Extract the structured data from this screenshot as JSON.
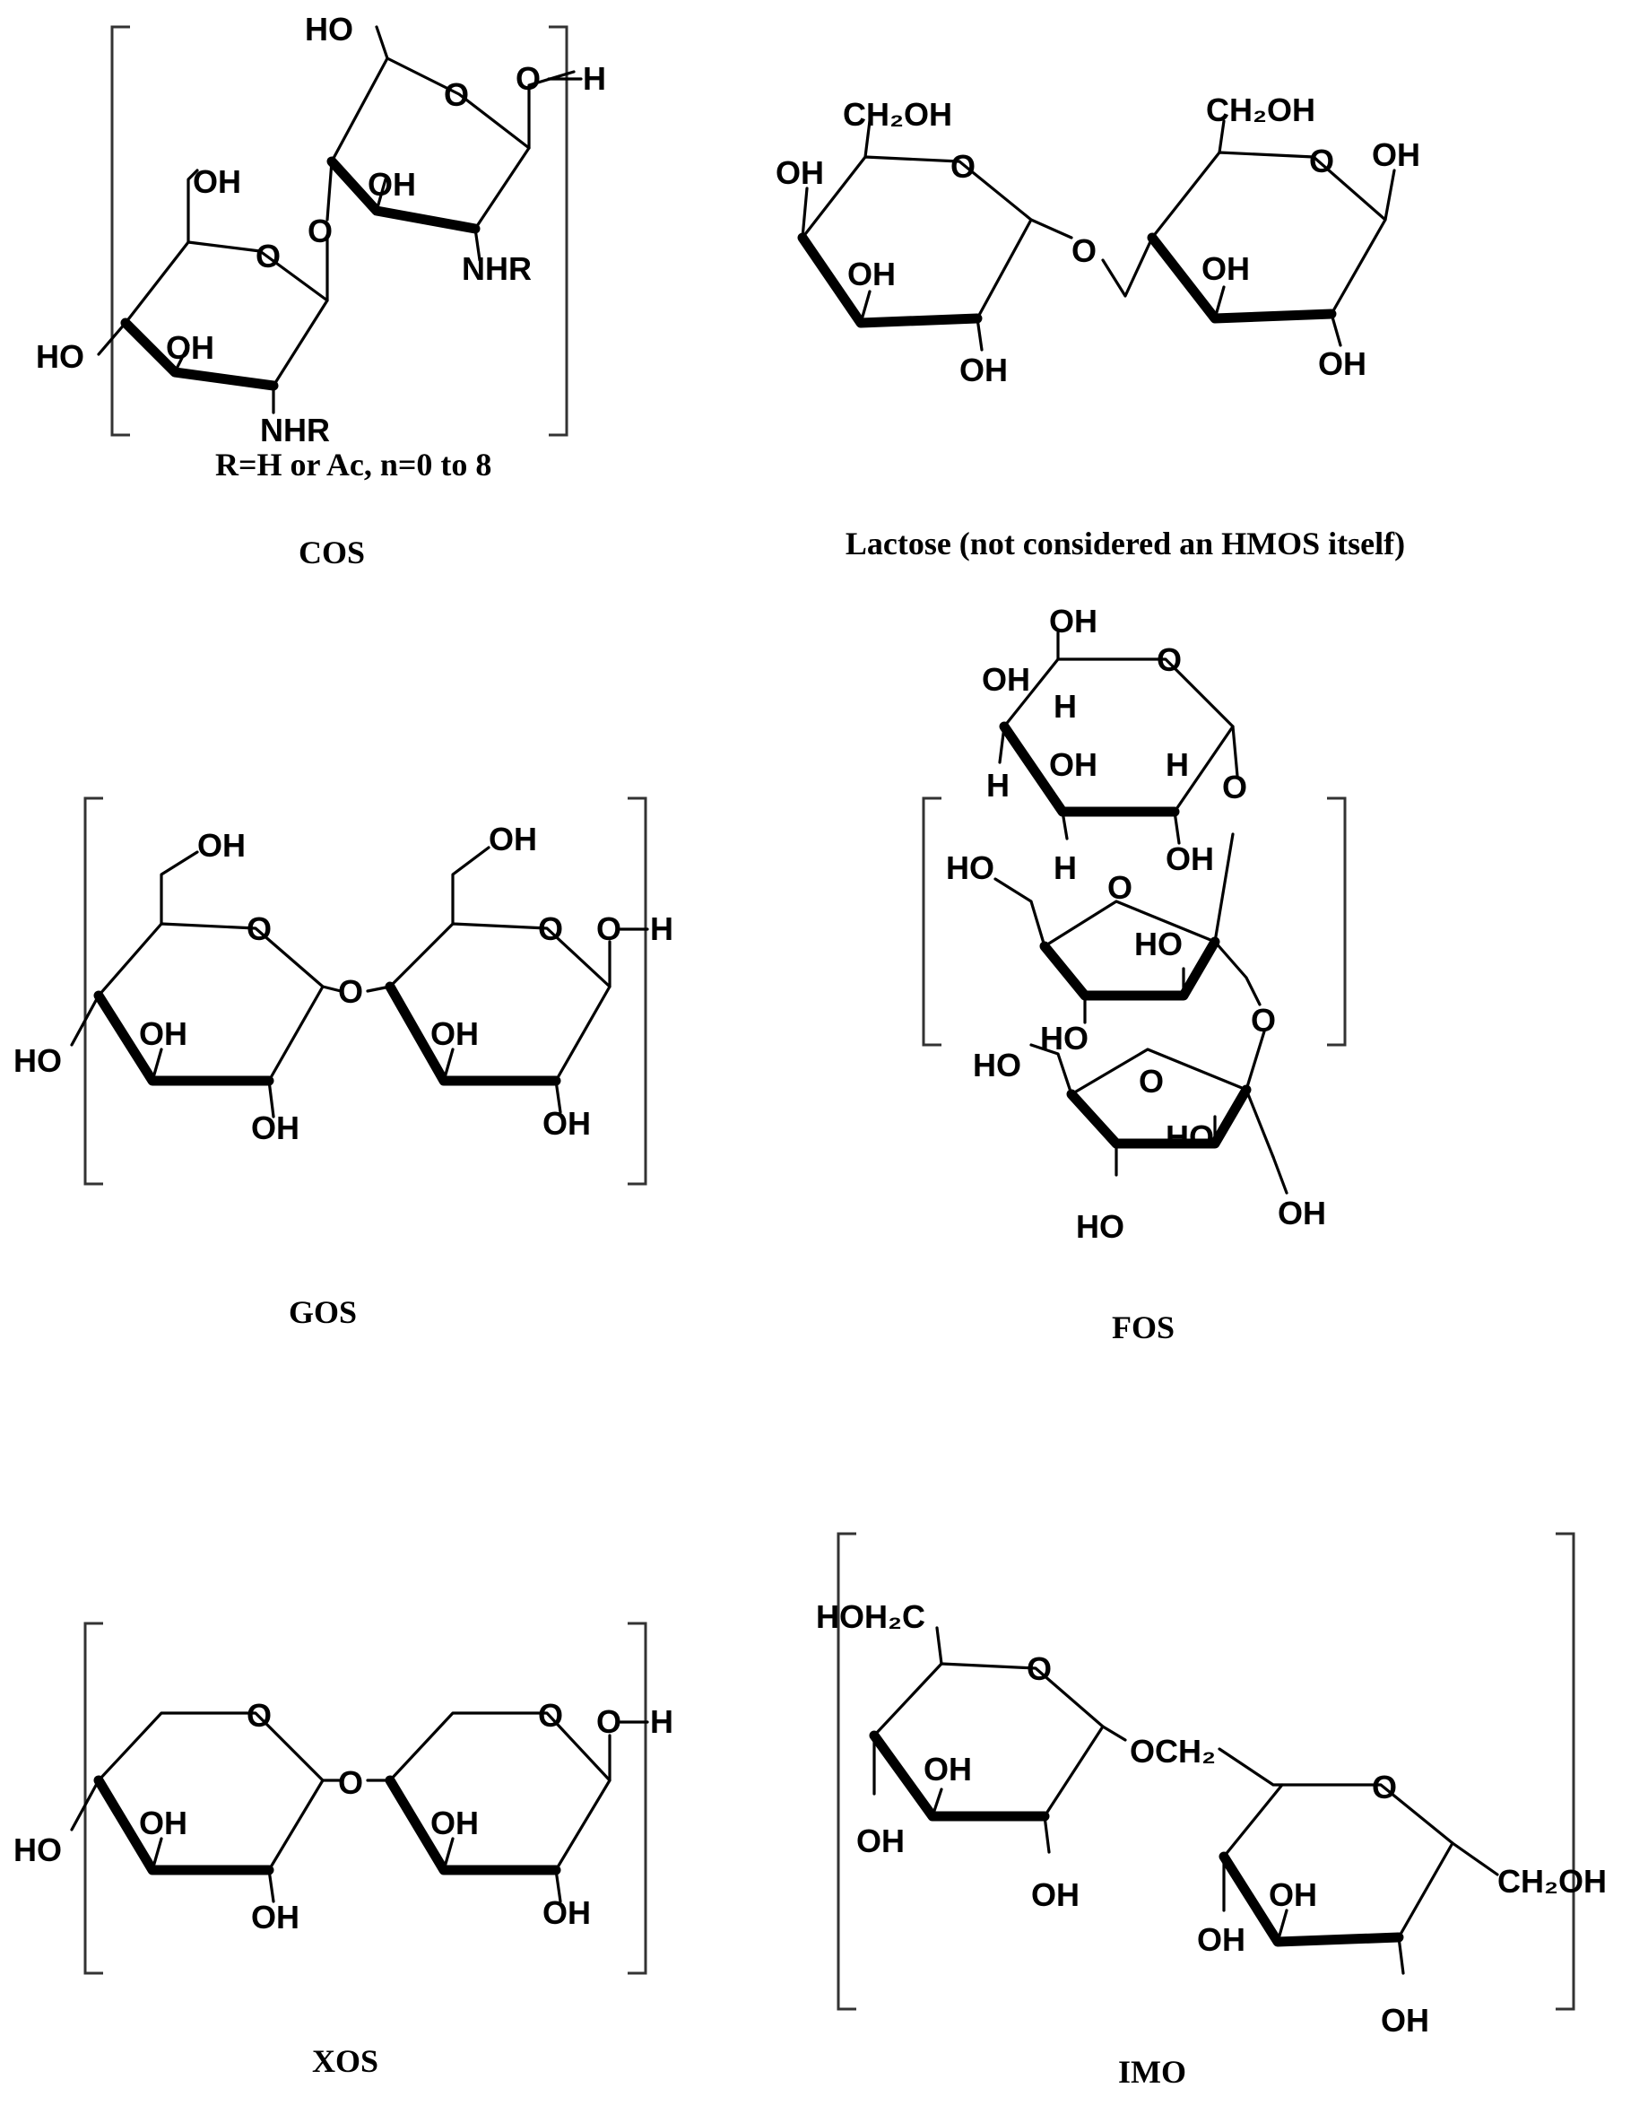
{
  "cos": {
    "caption": "COS",
    "note": "R=H or Ac, n=0 to 8",
    "labels": {
      "ho_ch2_top": "HO",
      "o_ring_top": "O",
      "oh_end": "O",
      "h_end": "H",
      "oh_ch2_left": "OH",
      "o_link": "O",
      "oh_ring2": "OH",
      "nhr_ring2": "NHR",
      "o_ring_left": "O",
      "ho_left": "HO",
      "oh_ring1": "OH",
      "nhr_ring1": "NHR"
    }
  },
  "lactose": {
    "caption": "Lactose (not considered an HMOS itself)",
    "labels": {
      "ch2oh_1": "CH₂OH",
      "ch2oh_2": "CH₂OH",
      "oh_left": "OH",
      "o_ring1": "O",
      "o_ring2": "O",
      "oh_right": "OH",
      "o_link": "O",
      "oh_r1a": "OH",
      "oh_r1b": "OH",
      "oh_r2a": "OH",
      "oh_r2b": "OH"
    }
  },
  "gos": {
    "caption": "GOS",
    "labels": {
      "oh_ch2_1": "OH",
      "oh_ch2_2": "OH",
      "o_ring1": "O",
      "o_ring2": "O",
      "o_link": "O",
      "o_end": "O",
      "h_end": "H",
      "ho_left": "HO",
      "oh_r1a": "OH",
      "oh_r1b": "OH",
      "oh_r2a": "OH",
      "oh_r2b": "OH"
    }
  },
  "fos": {
    "caption": "FOS",
    "labels": {
      "oh_top": "OH",
      "o_top_ring": "O",
      "oh_left": "OH",
      "h_a": "H",
      "h_b": "H",
      "oh_mid": "OH",
      "h_c": "H",
      "h_d": "H",
      "o_link1": "O",
      "oh_low": "OH",
      "ho_f1": "HO",
      "o_f1": "O",
      "ho_f1_ring": "HO",
      "ho_f1_bottom": "HO",
      "o_link2": "O",
      "ho_f2": "HO",
      "o_f2": "O",
      "ho_f2_ring": "HO",
      "ho_f2_bottom": "HO",
      "oh_f2_right": "OH"
    }
  },
  "xos": {
    "caption": "XOS",
    "labels": {
      "o_ring1": "O",
      "o_ring2": "O",
      "o_link": "O",
      "o_end": "O",
      "h_end": "H",
      "ho_left": "HO",
      "oh_r1a": "OH",
      "oh_r1b": "OH",
      "oh_r2a": "OH",
      "oh_r2b": "OH"
    }
  },
  "imo": {
    "caption": "IMO",
    "labels": {
      "hoh2c": "HOH₂C",
      "o_ring1": "O",
      "och2": "OCH₂",
      "o_ring2": "O",
      "oh_r1a": "OH",
      "oh_r1b": "OH",
      "oh_r1c": "OH",
      "oh_r2a": "OH",
      "oh_r2b": "OH",
      "oh_r2c": "OH",
      "ch2oh": "CH₂OH"
    }
  }
}
